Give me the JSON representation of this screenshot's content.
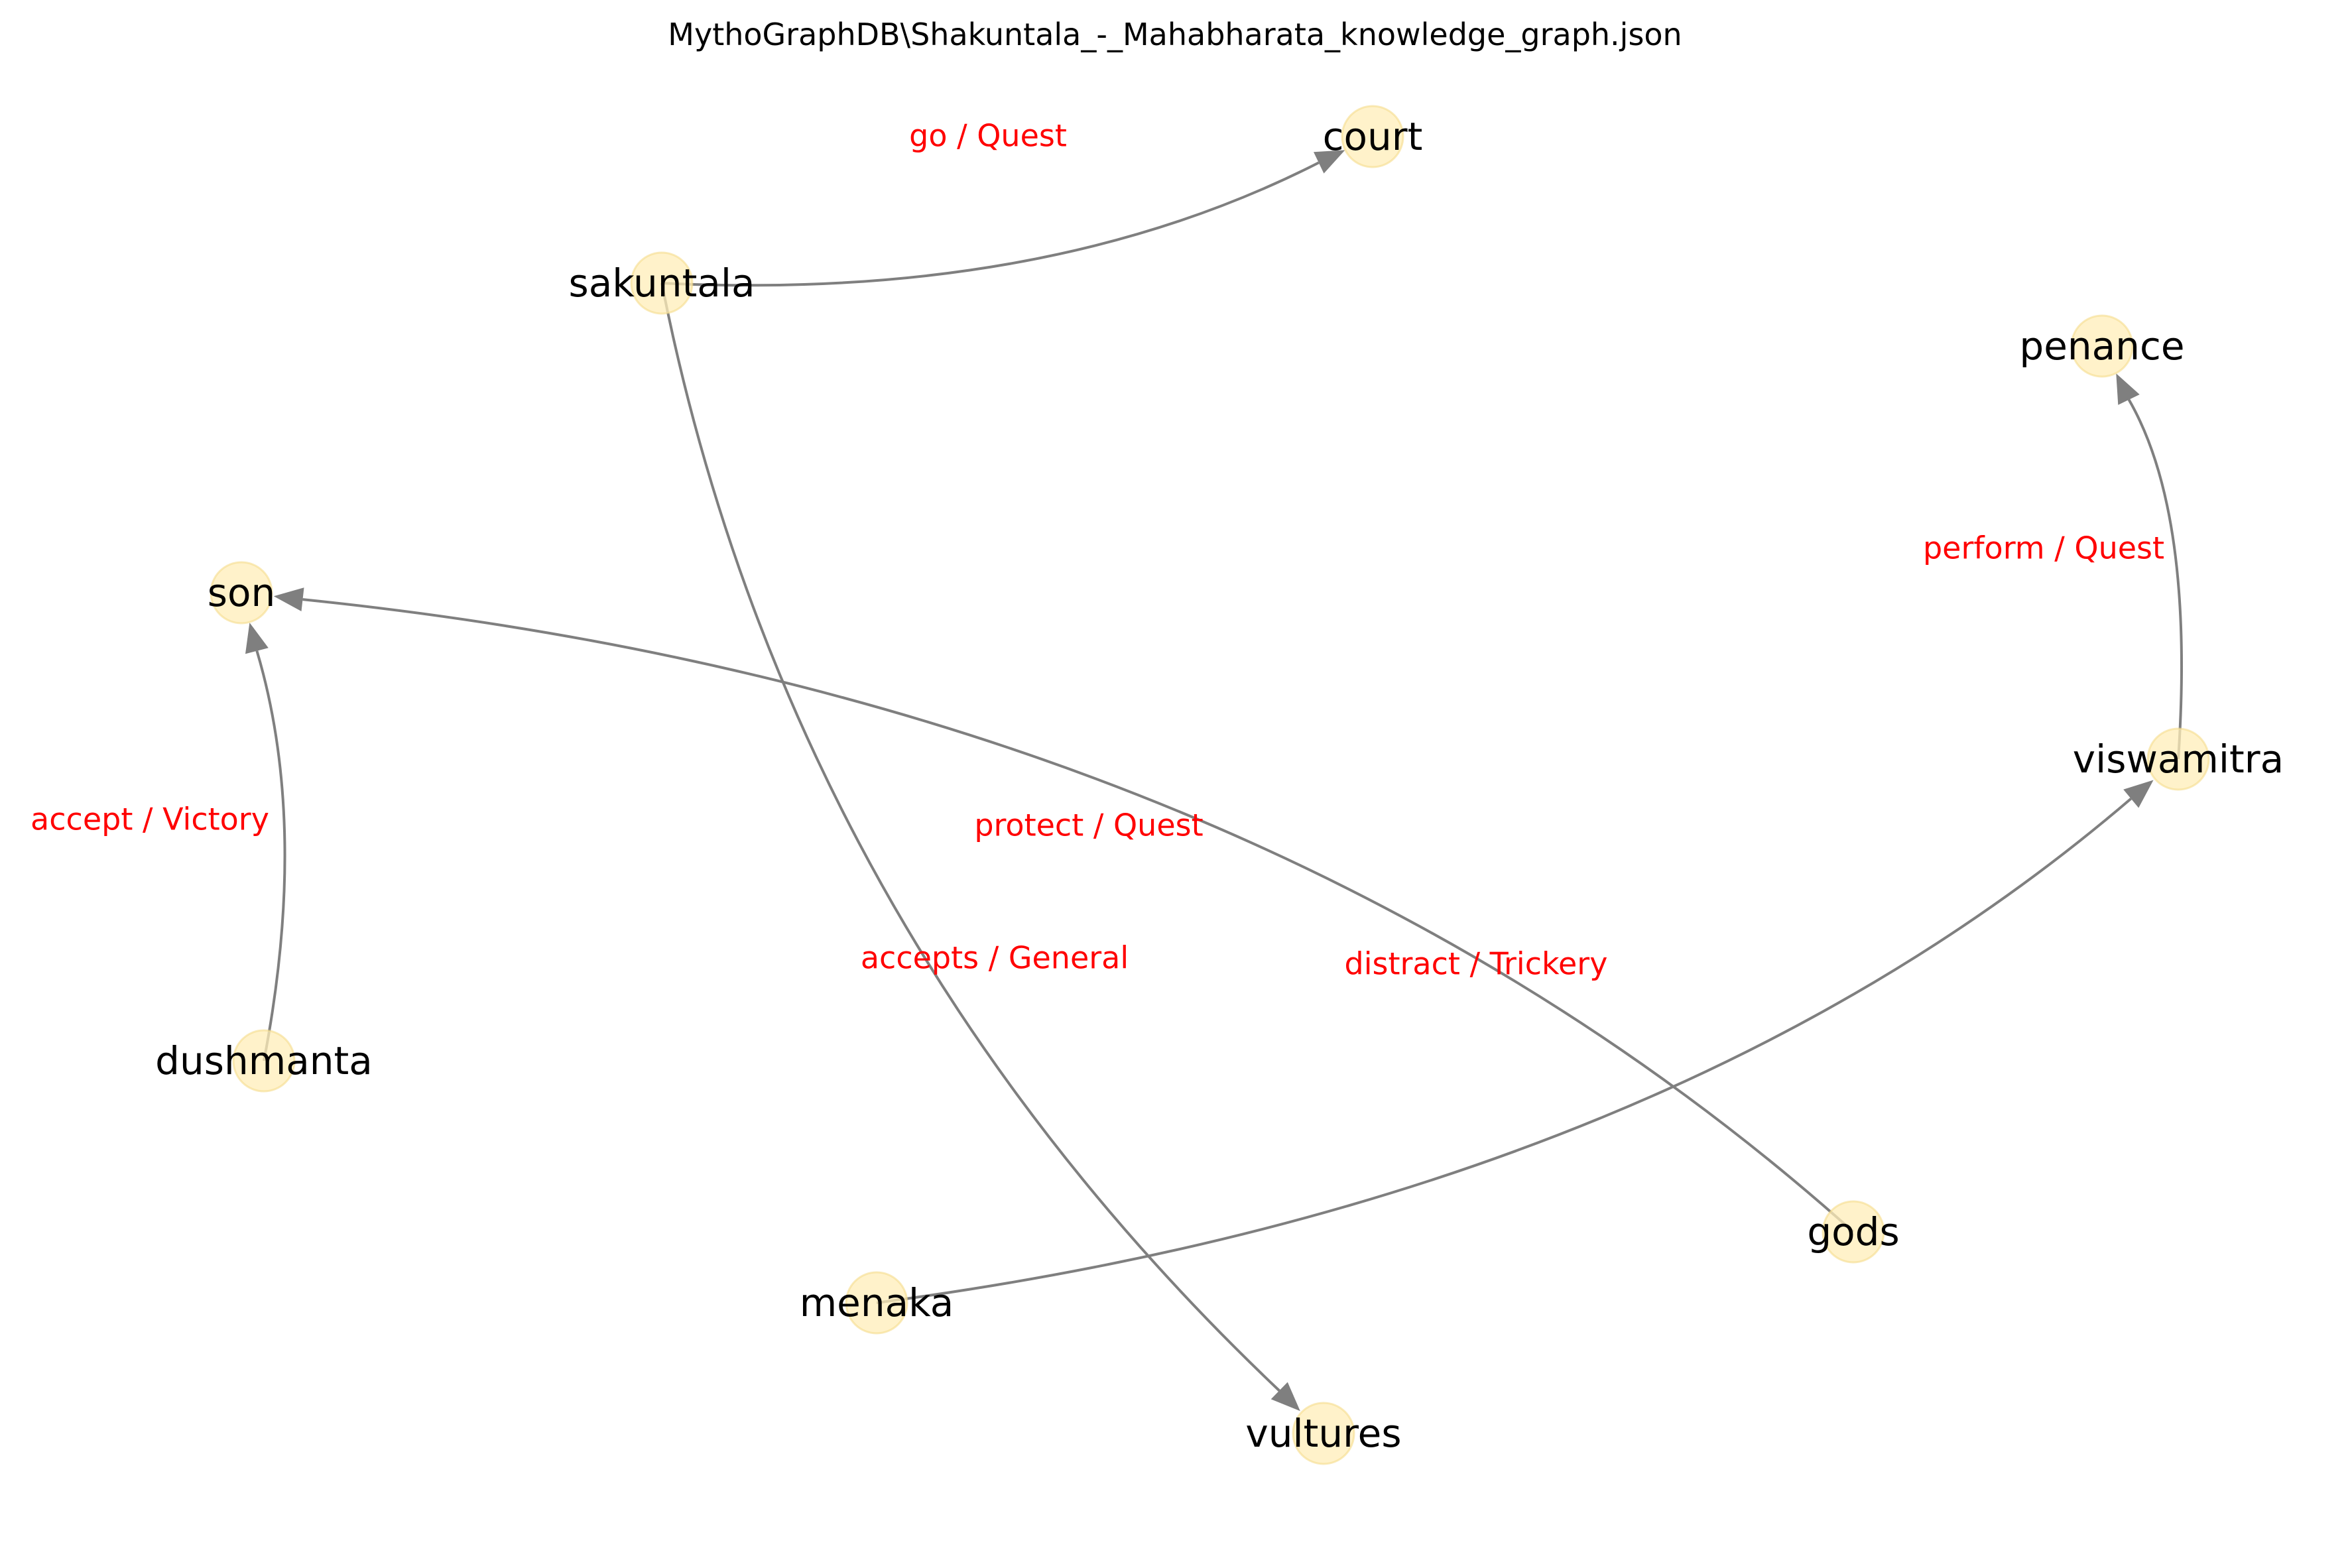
{
  "title": "MythoGraphDB\\Shakuntala_-_Mahabharata_knowledge_graph.json",
  "colors": {
    "node_fill": "#ffeeb8",
    "edge": "#7f7f7f",
    "edge_label": "#ff0000",
    "node_label": "#000000"
  },
  "nodes": [
    {
      "id": "court",
      "label": "court"
    },
    {
      "id": "sakuntala",
      "label": "sakuntala"
    },
    {
      "id": "penance",
      "label": "penance"
    },
    {
      "id": "son",
      "label": "son"
    },
    {
      "id": "viswamitra",
      "label": "viswamitra"
    },
    {
      "id": "dushmanta",
      "label": "dushmanta"
    },
    {
      "id": "gods",
      "label": "gods"
    },
    {
      "id": "menaka",
      "label": "menaka"
    },
    {
      "id": "vultures",
      "label": "vultures"
    }
  ],
  "edges": [
    {
      "id": "e-sakuntala-court",
      "source": "sakuntala",
      "target": "court",
      "label": "go / Quest"
    },
    {
      "id": "e-viswamitra-penance",
      "source": "viswamitra",
      "target": "penance",
      "label": "perform / Quest"
    },
    {
      "id": "e-dushmanta-son",
      "source": "dushmanta",
      "target": "son",
      "label": "accept / Victory"
    },
    {
      "id": "e-gods-son",
      "source": "gods",
      "target": "son",
      "label": "protect / Quest"
    },
    {
      "id": "e-sakuntala-vultures",
      "source": "sakuntala",
      "target": "vultures",
      "label": "accepts / General"
    },
    {
      "id": "e-menaka-viswamitra",
      "source": "menaka",
      "target": "viswamitra",
      "label": "distract / Trickery"
    }
  ]
}
